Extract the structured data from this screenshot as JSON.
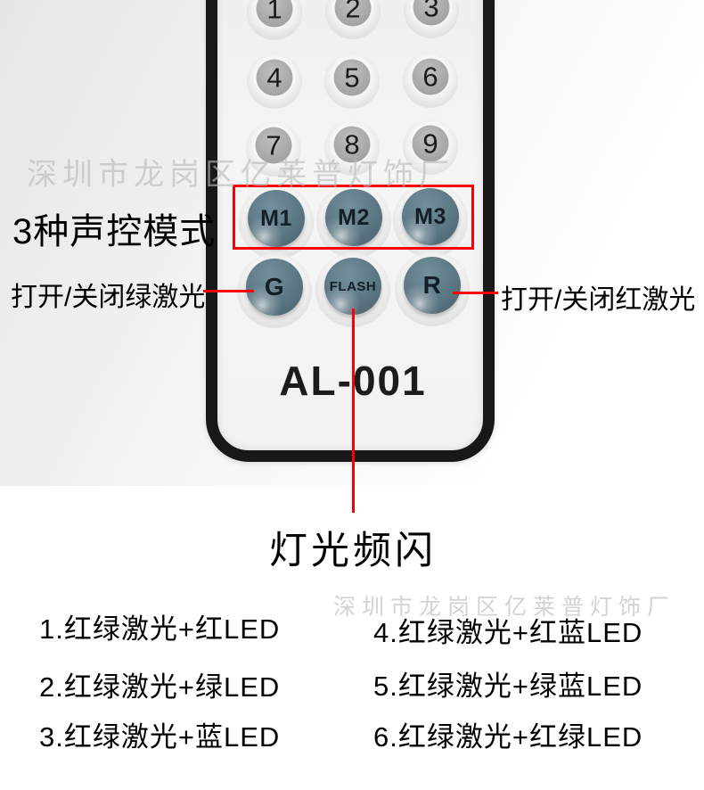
{
  "watermark": {
    "text": "深圳市龙岗区亿莱普灯饰厂"
  },
  "remote": {
    "model": "AL-001",
    "number_keys": [
      "1",
      "2",
      "3",
      "4",
      "5",
      "6",
      "7",
      "8",
      "9"
    ],
    "mode_keys": [
      "M1",
      "M2",
      "M3"
    ],
    "function_keys": [
      "G",
      "FLASH",
      "R"
    ]
  },
  "annotations": {
    "modes_label": "3种声控模式",
    "green_laser_label": "打开/关闭绿激光",
    "red_laser_label": "打开/关闭红激光",
    "flash_label": "灯光频闪"
  },
  "mode_list": {
    "left": [
      "1.红绿激光+红LED",
      "2.红绿激光+绿LED",
      "3.红绿激光+蓝LED"
    ],
    "right": [
      "4.红绿激光+红蓝LED",
      "5.红绿激光+绿蓝LED",
      "6.红绿激光+红绿LED"
    ]
  },
  "colors": {
    "annotation_red": "#fb0000",
    "rubber_key_blue_gray": "#5b7683",
    "number_key_gray": "#a8a8a8",
    "remote_border_black": "#181818"
  }
}
